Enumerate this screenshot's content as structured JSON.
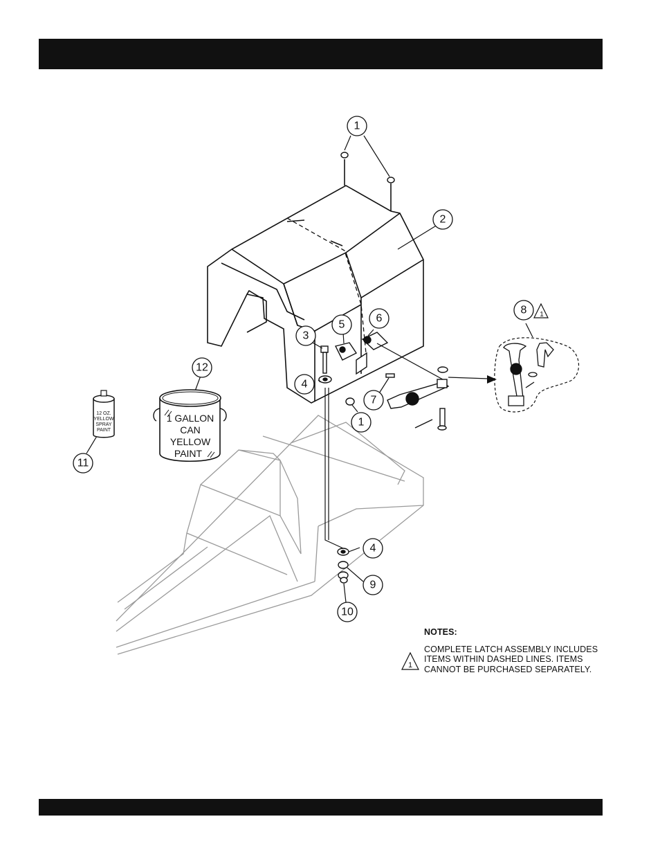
{
  "callouts": [
    {
      "num": "1"
    },
    {
      "num": "2"
    },
    {
      "num": "3"
    },
    {
      "num": "4"
    },
    {
      "num": "5"
    },
    {
      "num": "6"
    },
    {
      "num": "7"
    },
    {
      "num": "1"
    },
    {
      "num": "8"
    },
    {
      "num": "12"
    },
    {
      "num": "11"
    },
    {
      "num": "4"
    },
    {
      "num": "9"
    },
    {
      "num": "10"
    }
  ],
  "warning_symbol_label": "1",
  "paint_can": {
    "line1": "1 GALLON",
    "line2": "CAN",
    "line3": "YELLOW",
    "line4": "PAINT"
  },
  "spray_can": {
    "line1": "12 OZ.",
    "line2": "YELLOW",
    "line3": "SPRAY",
    "line4": "PAINT"
  },
  "notes": {
    "title": "NOTES:",
    "marker": "1",
    "text": "COMPLETE LATCH ASSEMBLY INCLUDES ITEMS WITHIN DASHED LINES. ITEMS CANNOT BE PURCHASED SEPARATELY."
  },
  "colors": {
    "bar": "#111111",
    "line": "#111111",
    "trailer_outline": "#9a9a9a"
  }
}
